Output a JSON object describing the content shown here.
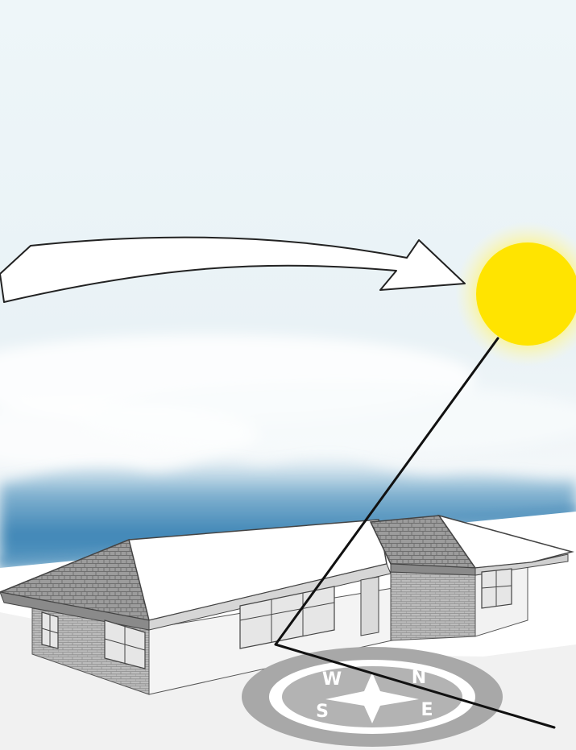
{
  "scene": {
    "sun_color": "#ffe400",
    "sky_top": "#eef5f8",
    "sky_horizon": "#3f8ab8",
    "sun_path_arrow_color": "#ffffff",
    "sun_ray_color": "#111111",
    "compass_fill": "#a8a8a8",
    "compass_letters": {
      "north": "N",
      "east": "E",
      "south": "S",
      "west": "W"
    }
  }
}
